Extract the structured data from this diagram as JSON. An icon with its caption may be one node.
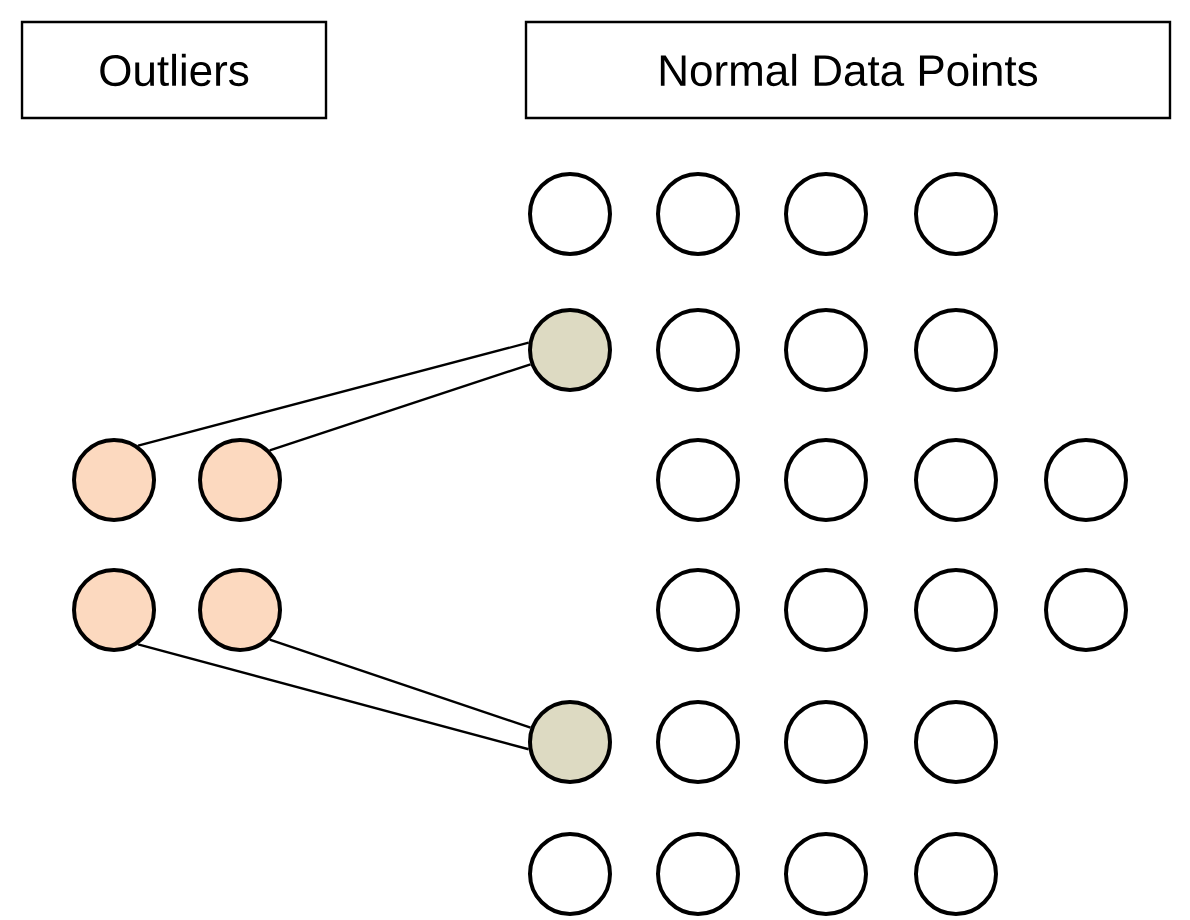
{
  "diagram": {
    "nodes": [
      {
        "text": [
          "Outliers"
        ]
      },
      {
        "text": [
          "Normal Data Points"
        ]
      },
      {
        "text": [],
        "shape": "circle"
      },
      {
        "text": [],
        "shape": "circle"
      },
      {
        "text": [],
        "shape": "circle"
      },
      {
        "text": [],
        "shape": "circle"
      },
      {
        "text": [],
        "shape": "circle"
      },
      {
        "text": [],
        "shape": "circle"
      },
      {
        "text": [],
        "shape": "circle"
      },
      {
        "text": [],
        "shape": "circle"
      },
      {
        "text": [],
        "shape": "circle"
      },
      {
        "text": [],
        "shape": "circle"
      },
      {
        "text": [],
        "shape": "circle"
      },
      {
        "text": [],
        "shape": "circle"
      },
      {
        "text": [],
        "shape": "circle"
      },
      {
        "text": [],
        "shape": "circle"
      },
      {
        "text": [],
        "shape": "circle"
      },
      {
        "text": [],
        "shape": "circle"
      },
      {
        "text": [],
        "shape": "circle"
      },
      {
        "text": [],
        "shape": "circle"
      },
      {
        "text": [],
        "shape": "circle"
      },
      {
        "text": [],
        "shape": "circle"
      },
      {
        "text": [],
        "shape": "circle"
      },
      {
        "text": [],
        "shape": "circle"
      },
      {
        "text": [],
        "shape": "circle"
      },
      {
        "text": [],
        "shape": "circle"
      },
      {
        "text": [],
        "shape": "circle"
      },
      {
        "text": [],
        "shape": "circle"
      },
      {
        "text": [],
        "shape": "circle"
      },
      {
        "text": [],
        "shape": "circle"
      }
    ],
    "edges": [
      {
        "from": 10,
        "to": 6,
        "arrow": "none"
      },
      {
        "from": 11,
        "to": 6,
        "arrow": "none"
      },
      {
        "from": 16,
        "to": 22,
        "arrow": "none"
      },
      {
        "from": 17,
        "to": 22,
        "arrow": "none"
      }
    ]
  }
}
